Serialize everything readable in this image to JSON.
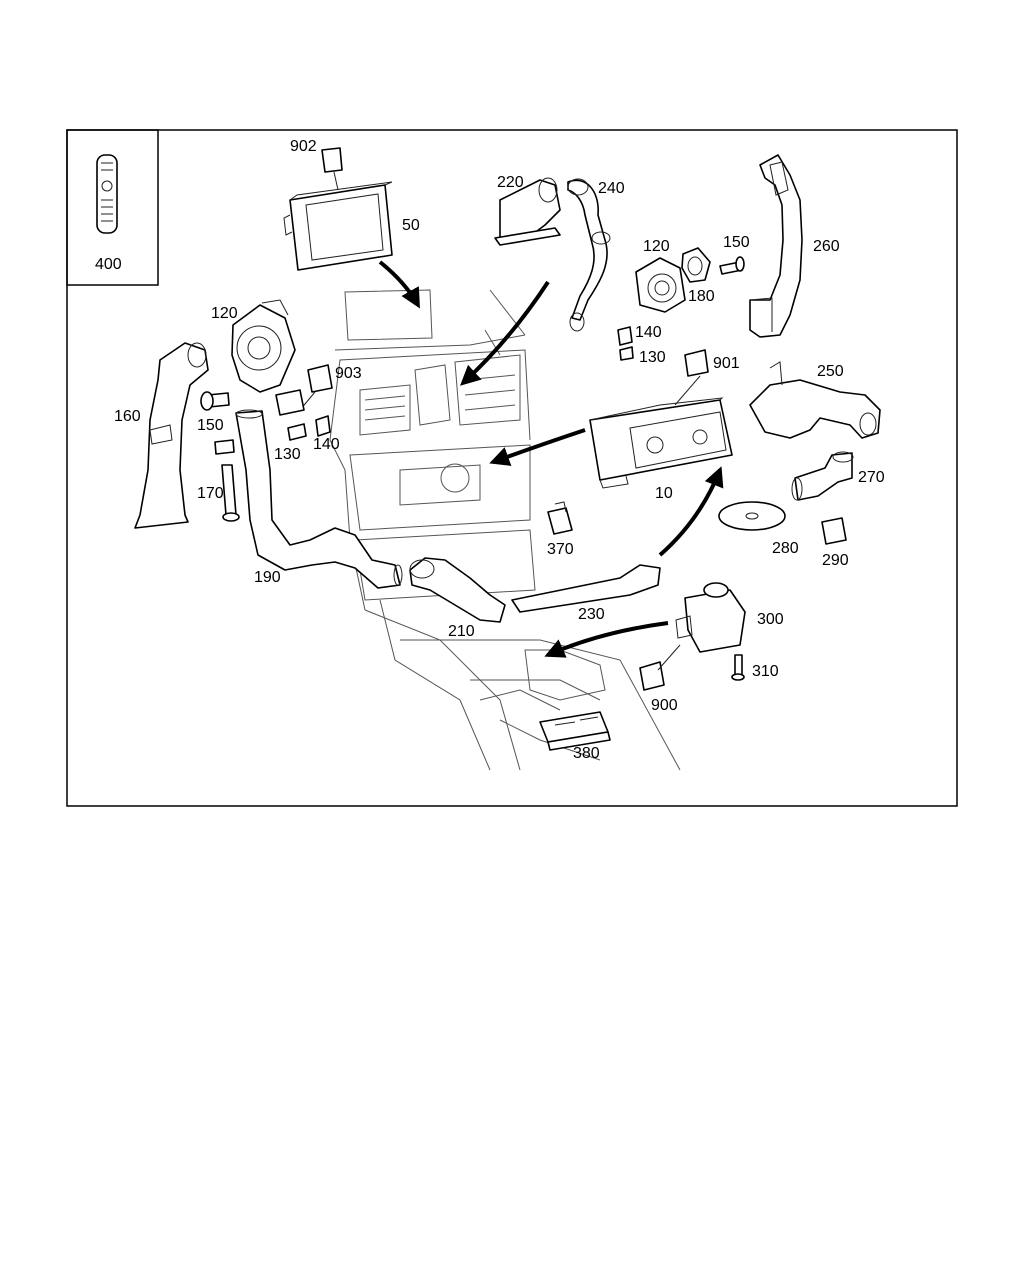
{
  "callouts": {
    "c902": "902",
    "c50": "50",
    "c220": "220",
    "c240": "240",
    "c120a": "120",
    "c150a": "150",
    "c260": "260",
    "c180": "180",
    "c140a": "140",
    "c130a": "130",
    "c901": "901",
    "c250": "250",
    "c120b": "120",
    "c903": "903",
    "c160": "160",
    "c150b": "150",
    "c130b": "130",
    "c140b": "140",
    "c170": "170",
    "c10": "10",
    "c270": "270",
    "c280": "280",
    "c290": "290",
    "c370": "370",
    "c190": "190",
    "c210": "210",
    "c230": "230",
    "c300": "300",
    "c310": "310",
    "c900": "900",
    "c380": "380",
    "c400": "400"
  }
}
